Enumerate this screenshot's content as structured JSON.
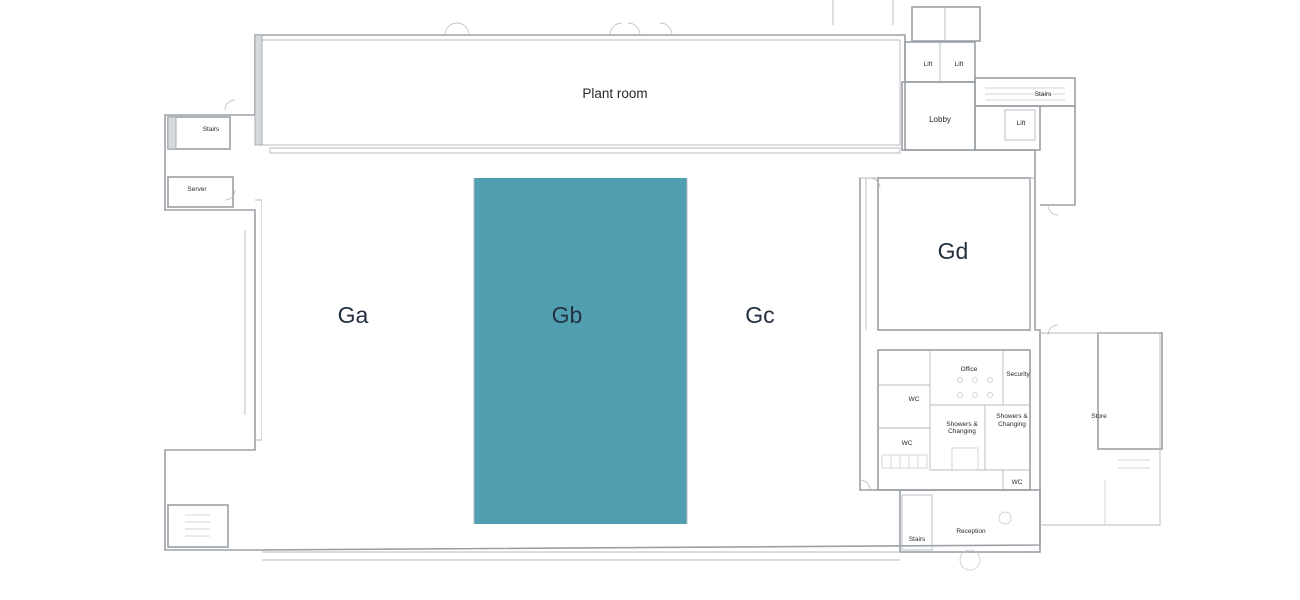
{
  "colors": {
    "highlight": "#4f9fb1",
    "wall": "#9aa0a6",
    "background": "#ffffff",
    "label": "#253040"
  },
  "units": [
    {
      "id": "Ga",
      "label": "Ga",
      "highlighted": false
    },
    {
      "id": "Gb",
      "label": "Gb",
      "highlighted": true
    },
    {
      "id": "Gc",
      "label": "Gc",
      "highlighted": false
    },
    {
      "id": "Gd",
      "label": "Gd",
      "highlighted": false
    }
  ],
  "rooms": {
    "plant_room": "Plant room",
    "lobby": "Lobby",
    "lift_1": "Lift",
    "lift_2": "Lift",
    "lift_3": "Lift",
    "stairs_nw": "Stairs",
    "stairs_ne": "Stairs",
    "stairs_s": "Stairs",
    "server": "Server",
    "office": "Office",
    "security": "Security",
    "wc_1": "WC",
    "wc_2": "WC",
    "wc_3": "WC",
    "showers_1_line1": "Showers &",
    "showers_1_line2": "Changing",
    "showers_2_line1": "Showers &",
    "showers_2_line2": "Changing",
    "store": "Store",
    "reception": "Reception"
  }
}
